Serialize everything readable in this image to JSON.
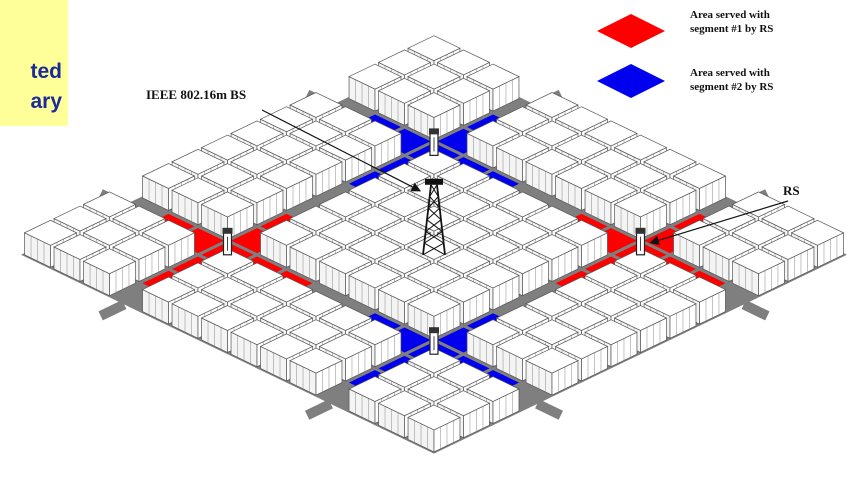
{
  "caption_box": {
    "line1": "ted",
    "line2": "ary"
  },
  "labels": {
    "bs": "IEEE 802.16m BS",
    "rs": "RS"
  },
  "legend": [
    {
      "line1": "Area served with",
      "line2": "segment #1 by RS",
      "color": "#ff0000"
    },
    {
      "line1": "Area served with",
      "line2": "segment #2 by RS",
      "color": "#0000ee"
    }
  ],
  "colors": {
    "segment1": "#ff0000",
    "segment2": "#0000ee",
    "road": "#7f7f7f",
    "building_top": "#ffffff",
    "building_edge": "#555555",
    "caption_bg": "#ffff99",
    "caption_text": "#1a2a9a"
  }
}
